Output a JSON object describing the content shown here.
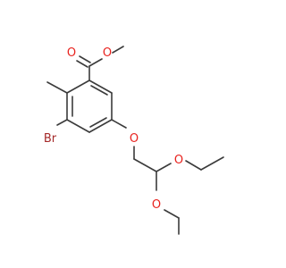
{
  "diagram": {
    "type": "skeletal-structure",
    "colors": {
      "bond": "#3b3b3b",
      "oxygen": "#e8221e",
      "bromine": "#a52a2a"
    },
    "atom_labels": [
      {
        "id": "o-carbonyl",
        "text": "O",
        "element": "oxygen"
      },
      {
        "id": "o-ester",
        "text": "O",
        "element": "oxygen"
      },
      {
        "id": "br",
        "text": "Br",
        "element": "bromine"
      },
      {
        "id": "o-ether",
        "text": "O",
        "element": "oxygen"
      },
      {
        "id": "o-ethoxy-1",
        "text": "O",
        "element": "oxygen"
      },
      {
        "id": "o-ethoxy-2",
        "text": "O",
        "element": "oxygen"
      }
    ]
  }
}
